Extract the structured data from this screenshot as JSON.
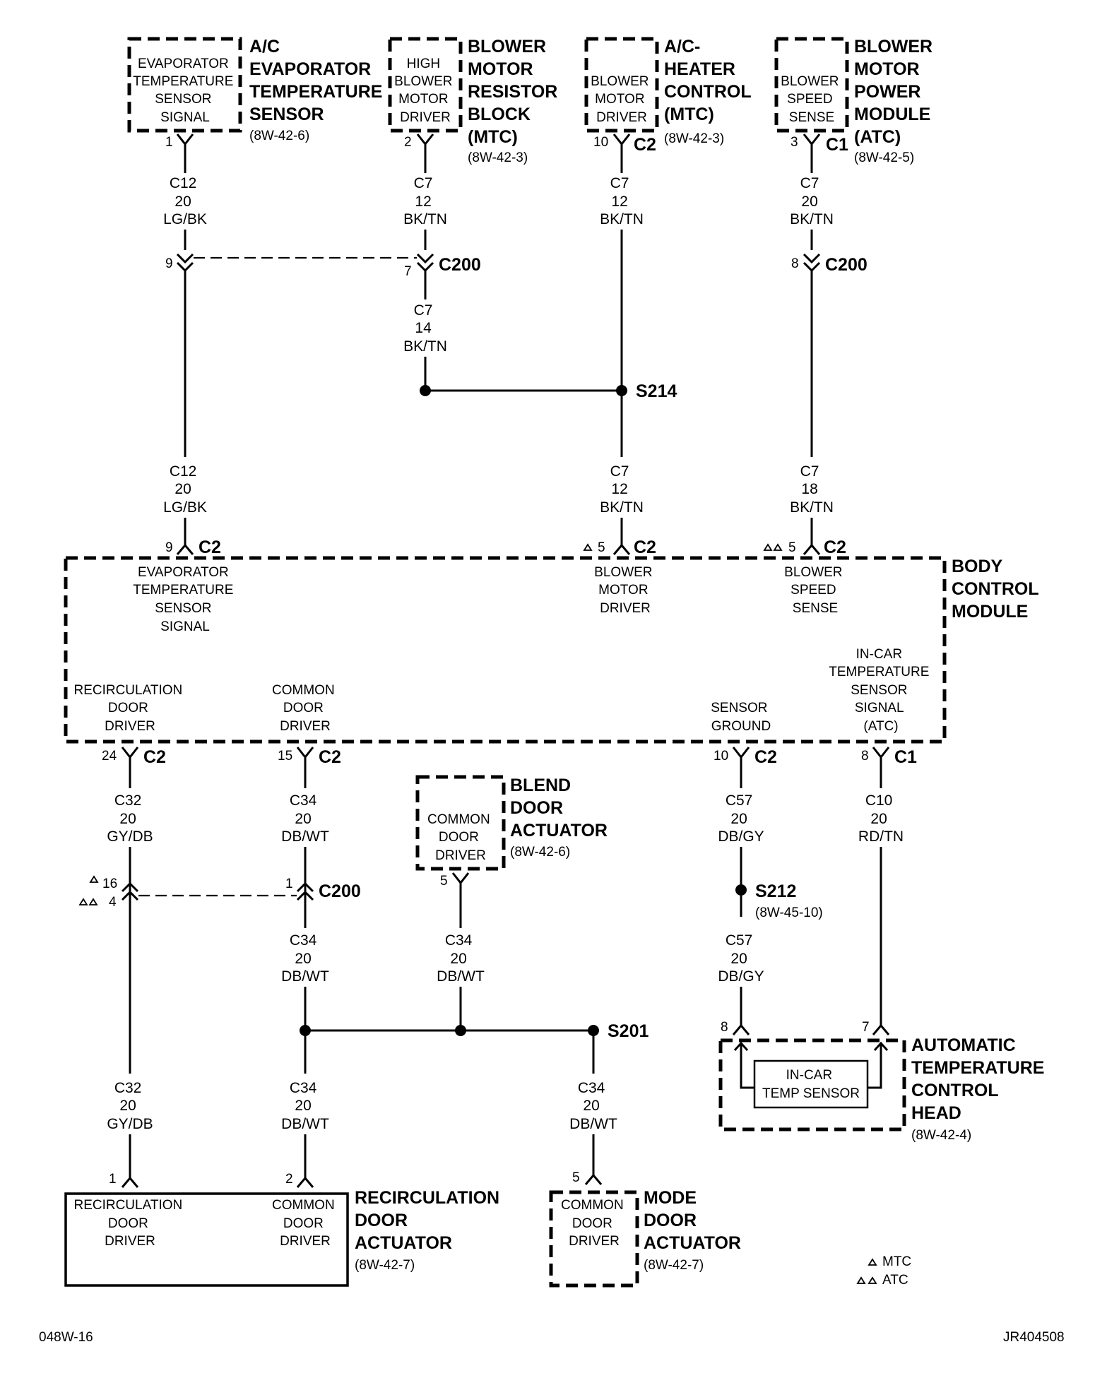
{
  "footer": {
    "left": "048W-16",
    "right": "JR404508"
  },
  "legend": {
    "mtc": "MTC",
    "atc": "ATC"
  },
  "components": {
    "evap_sensor": {
      "title": [
        "A/C",
        "EVAPORATOR",
        "TEMPERATURE",
        "SENSOR"
      ],
      "ref": "(8W-42-6)",
      "pin_label": [
        "EVAPORATOR",
        "TEMPERATURE",
        "SENSOR",
        "SIGNAL"
      ],
      "pin": "1"
    },
    "resistor_block": {
      "title": [
        "BLOWER",
        "MOTOR",
        "RESISTOR",
        "BLOCK",
        "(MTC)"
      ],
      "ref": "(8W-42-3)",
      "pin_label": [
        "HIGH",
        "BLOWER",
        "MOTOR",
        "DRIVER"
      ],
      "pin": "2"
    },
    "heater_control": {
      "title": [
        "A/C-",
        "HEATER",
        "CONTROL",
        "(MTC)"
      ],
      "ref": "(8W-42-3)",
      "pin_label": [
        "BLOWER",
        "MOTOR",
        "DRIVER"
      ],
      "pin": "10",
      "connector": "C2"
    },
    "power_module": {
      "title": [
        "BLOWER",
        "MOTOR",
        "POWER",
        "MODULE",
        "(ATC)"
      ],
      "ref": "(8W-42-5)",
      "pin_label": [
        "BLOWER",
        "SPEED",
        "SENSE"
      ],
      "pin": "3",
      "connector": "C1"
    },
    "bcm": {
      "title": [
        "BODY",
        "CONTROL",
        "MODULE"
      ],
      "evap_label": [
        "EVAPORATOR",
        "TEMPERATURE",
        "SENSOR",
        "SIGNAL"
      ],
      "evap_pin": "9",
      "evap_conn": "C2",
      "blower_driver_label": [
        "BLOWER",
        "MOTOR",
        "DRIVER"
      ],
      "blower_driver_pin": "5",
      "blower_driver_conn": "C2",
      "speed_sense_label": [
        "BLOWER",
        "SPEED",
        "SENSE"
      ],
      "speed_sense_pin": "5",
      "speed_sense_conn": "C2",
      "incar_label": [
        "IN-CAR",
        "TEMPERATURE",
        "SENSOR",
        "SIGNAL",
        "(ATC)"
      ],
      "incar_pin": "8",
      "incar_conn": "C1",
      "recirc_label": [
        "RECIRCULATION",
        "DOOR",
        "DRIVER"
      ],
      "recirc_pin": "24",
      "recirc_conn": "C2",
      "common_label": [
        "COMMON",
        "DOOR",
        "DRIVER"
      ],
      "common_pin": "15",
      "common_conn": "C2",
      "ground_label": [
        "SENSOR",
        "GROUND"
      ],
      "ground_pin": "10",
      "ground_conn": "C2"
    },
    "blend_door": {
      "title": [
        "BLEND",
        "DOOR",
        "ACTUATOR"
      ],
      "ref": "(8W-42-6)",
      "pin_label": [
        "COMMON",
        "DOOR",
        "DRIVER"
      ],
      "pin": "5"
    },
    "recirc_actuator": {
      "title": [
        "RECIRCULATION",
        "DOOR",
        "ACTUATOR"
      ],
      "ref": "(8W-42-7)",
      "left_label": [
        "RECIRCULATION",
        "DOOR",
        "DRIVER"
      ],
      "right_label": [
        "COMMON",
        "DOOR",
        "DRIVER"
      ],
      "pin1": "1",
      "pin2": "2"
    },
    "mode_door": {
      "title": [
        "MODE",
        "DOOR",
        "ACTUATOR"
      ],
      "ref": "(8W-42-7)",
      "pin_label": [
        "COMMON",
        "DOOR",
        "DRIVER"
      ],
      "pin": "5"
    },
    "atc_head": {
      "title": [
        "AUTOMATIC",
        "TEMPERATURE",
        "CONTROL",
        "HEAD"
      ],
      "ref": "(8W-42-4)",
      "sensor_label": [
        "IN-CAR",
        "TEMP SENSOR"
      ],
      "pin_a": "8",
      "pin_b": "7"
    }
  },
  "wires": {
    "w1": [
      "C12",
      "20",
      "LG/BK"
    ],
    "w2": [
      "C7",
      "12",
      "BK/TN"
    ],
    "w3": [
      "C7",
      "12",
      "BK/TN"
    ],
    "w4": [
      "C7",
      "20",
      "BK/TN"
    ],
    "w5": [
      "C7",
      "14",
      "BK/TN"
    ],
    "w6": [
      "C12",
      "20",
      "LG/BK"
    ],
    "w7": [
      "C7",
      "12",
      "BK/TN"
    ],
    "w8": [
      "C7",
      "18",
      "BK/TN"
    ],
    "w9": [
      "C32",
      "20",
      "GY/DB"
    ],
    "w10": [
      "C34",
      "20",
      "DB/WT"
    ],
    "w11": [
      "C57",
      "20",
      "DB/GY"
    ],
    "w12": [
      "C10",
      "20",
      "RD/TN"
    ],
    "w13": [
      "C34",
      "20",
      "DB/WT"
    ],
    "w14": [
      "C34",
      "20",
      "DB/WT"
    ],
    "w15": [
      "C57",
      "20",
      "DB/GY"
    ],
    "w16": [
      "C32",
      "20",
      "GY/DB"
    ],
    "w17": [
      "C34",
      "20",
      "DB/WT"
    ],
    "w18": [
      "C34",
      "20",
      "DB/WT"
    ]
  },
  "connectors": {
    "c200_top_a": {
      "pin": "9"
    },
    "c200_top_b": {
      "pin": "7",
      "name": "C200"
    },
    "c200_top_c": {
      "pin": "8",
      "name": "C200"
    },
    "c200_bot_a": {
      "pin_mtc": "16",
      "pin_atc": "4"
    },
    "c200_bot_b": {
      "pin": "1",
      "name": "C200"
    }
  },
  "splices": {
    "s214": {
      "name": "S214"
    },
    "s212": {
      "name": "S212",
      "ref": "(8W-45-10)"
    },
    "s201": {
      "name": "S201"
    }
  }
}
